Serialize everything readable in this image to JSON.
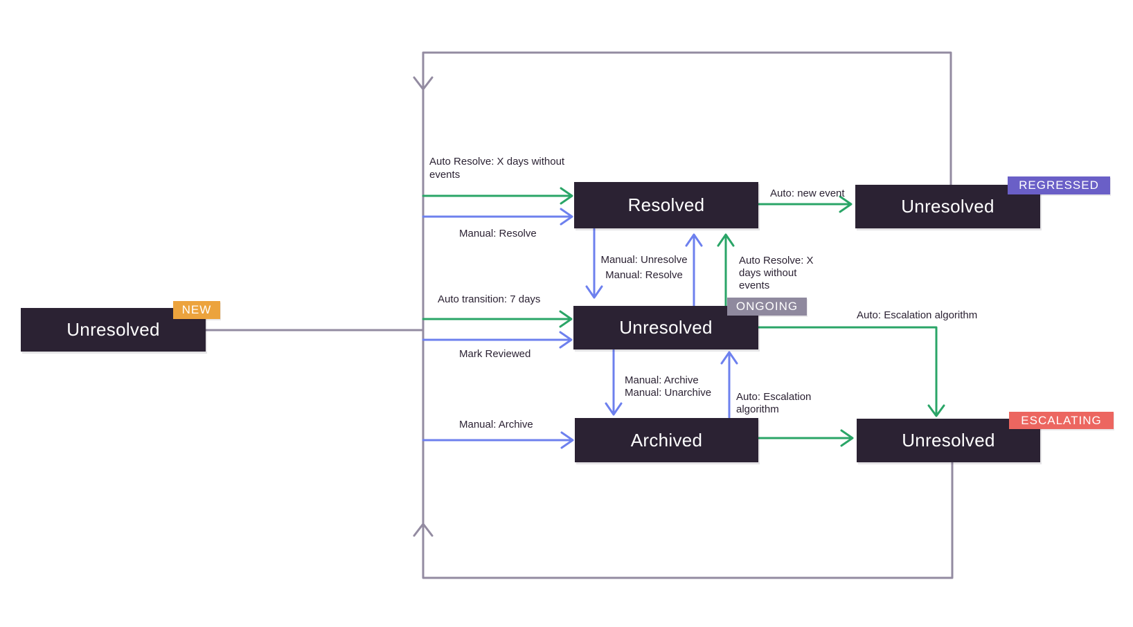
{
  "colors": {
    "background": "#ffffff",
    "box_bg": "#2b2233",
    "box_text": "#ffffff",
    "label_text": "#2b2233",
    "green_auto": "#2aa567",
    "blue_manual": "#6d80ee",
    "gray_flow": "#938ba1",
    "badge_new": "#eca33d",
    "badge_ongoing": "#8f899e",
    "badge_regressed": "#6a5fc7",
    "badge_escalating": "#ec6660",
    "badge_text": "#ffffff"
  },
  "nodes": {
    "new": {
      "label": "Unresolved",
      "badge": "NEW"
    },
    "resolved": {
      "label": "Resolved"
    },
    "ongoing": {
      "label": "Unresolved",
      "badge": "ONGOING"
    },
    "archived": {
      "label": "Archived"
    },
    "regressed": {
      "label": "Unresolved",
      "badge": "REGRESSED"
    },
    "escalating": {
      "label": "Unresolved",
      "badge": "ESCALATING"
    }
  },
  "edge_labels": {
    "auto_resolve_to_resolved": "Auto Resolve: X days without\nevents",
    "manual_resolve_to_resolved": "Manual: Resolve",
    "manual_unresolve_resolve_pair": "Manual: Unresolve\nManual: Resolve",
    "auto_resolve_from_ongoing": "Auto Resolve: X\ndays without\nevents",
    "auto_new_event": "Auto: new event",
    "auto_transition_7_days": "Auto transition: 7 days",
    "mark_reviewed": "Mark Reviewed",
    "auto_escalation_from_ongoing": "Auto: Escalation algorithm",
    "manual_archive_unarchive_pair": "Manual: Archive\nManual: Unarchive",
    "auto_escalation_from_archived": "Auto: Escalation\nalgorithm",
    "manual_archive_to_archived": "Manual: Archive"
  }
}
